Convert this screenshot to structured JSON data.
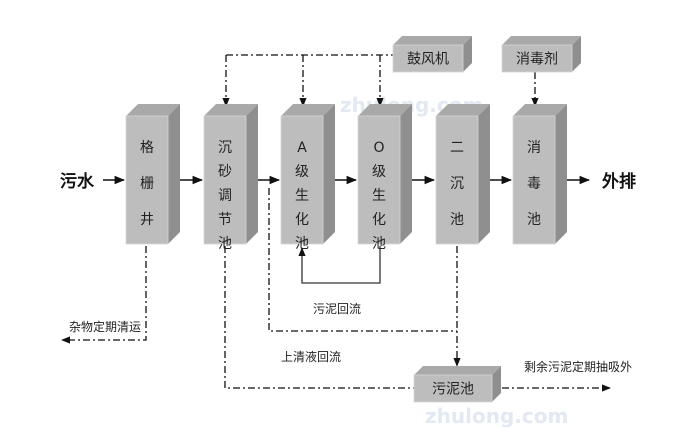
{
  "title": "污水处理工艺流程图",
  "input_label": "污水",
  "output_label": "外排",
  "process_units": [
    {
      "id": "grid-well",
      "chars": [
        "格",
        "栅",
        "井"
      ]
    },
    {
      "id": "grit-equalization-tank",
      "chars": [
        "沉",
        "砂",
        "调",
        "节",
        "池"
      ]
    },
    {
      "id": "a-stage-bio-tank",
      "chars": [
        "A",
        "级",
        "生",
        "化",
        "池"
      ]
    },
    {
      "id": "o-stage-bio-tank",
      "chars": [
        "O",
        "级",
        "生",
        "化",
        "池"
      ]
    },
    {
      "id": "secondary-clarifier",
      "chars": [
        "二",
        "沉",
        "池"
      ]
    },
    {
      "id": "disinfection-tank",
      "chars": [
        "消",
        "毒",
        "池"
      ]
    }
  ],
  "aux_units": {
    "blower": "鼓风机",
    "disinfectant": "消毒剂",
    "sludge_tank": "污泥池"
  },
  "flow_labels": {
    "debris_removal": "杂物定期清运",
    "sludge_return": "污泥回流",
    "supernatant_return": "上清液回流",
    "excess_sludge": "剩余污泥定期抽吸外"
  },
  "watermark": "zhulong.com",
  "colors": {
    "box_front": "#bdbdbd",
    "box_top": "#a9a9a9",
    "box_side": "#8f8f8f",
    "line": "#111111",
    "watermark": "#dfe6f0"
  }
}
